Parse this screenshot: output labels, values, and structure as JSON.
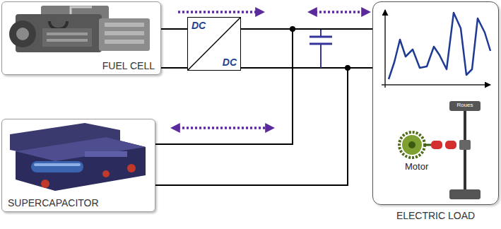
{
  "diagram": {
    "nodes": [
      {
        "text": [
          "FUEL CELL"
        ]
      },
      {
        "text": [
          "DC",
          "DC"
        ]
      },
      {
        "text": [
          "ELECTRIC LOAD"
        ]
      },
      {
        "text": [
          "SUPERCAPACITOR"
        ]
      }
    ],
    "edges": [
      {
        "from": 0,
        "to": 1,
        "arrow": "none"
      },
      {
        "from": 1,
        "to": 2,
        "arrow": "none"
      },
      {
        "from": 3,
        "to": 2,
        "arrow": "none"
      }
    ],
    "labels": [
      "Roues",
      "Motor"
    ]
  }
}
